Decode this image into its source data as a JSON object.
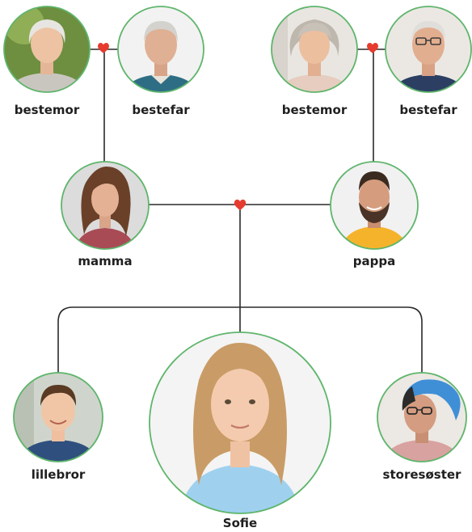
{
  "members": {
    "bestemor_left": {
      "label": "bestemor",
      "photo": "grandmother-photo"
    },
    "bestefar_left": {
      "label": "bestefar",
      "photo": "grandfather-photo"
    },
    "bestemor_right": {
      "label": "bestemor",
      "photo": "grandmother-photo"
    },
    "bestefar_right": {
      "label": "bestefar",
      "photo": "grandfather-photo"
    },
    "mamma": {
      "label": "mamma",
      "photo": "mother-photo"
    },
    "pappa": {
      "label": "pappa",
      "photo": "father-photo"
    },
    "lillebror": {
      "label": "lillebror",
      "photo": "little-brother-photo"
    },
    "sofie": {
      "label": "Sofie",
      "photo": "girl-photo"
    },
    "storesoster": {
      "label": "storesøster",
      "photo": "big-sister-photo"
    }
  },
  "icons": {
    "couple_link": "heart-icon"
  },
  "colors": {
    "circle_border": "#5fb56c",
    "heart": "#e63b2e",
    "line": "#2a2a2a",
    "label": "#1f1f1f"
  }
}
